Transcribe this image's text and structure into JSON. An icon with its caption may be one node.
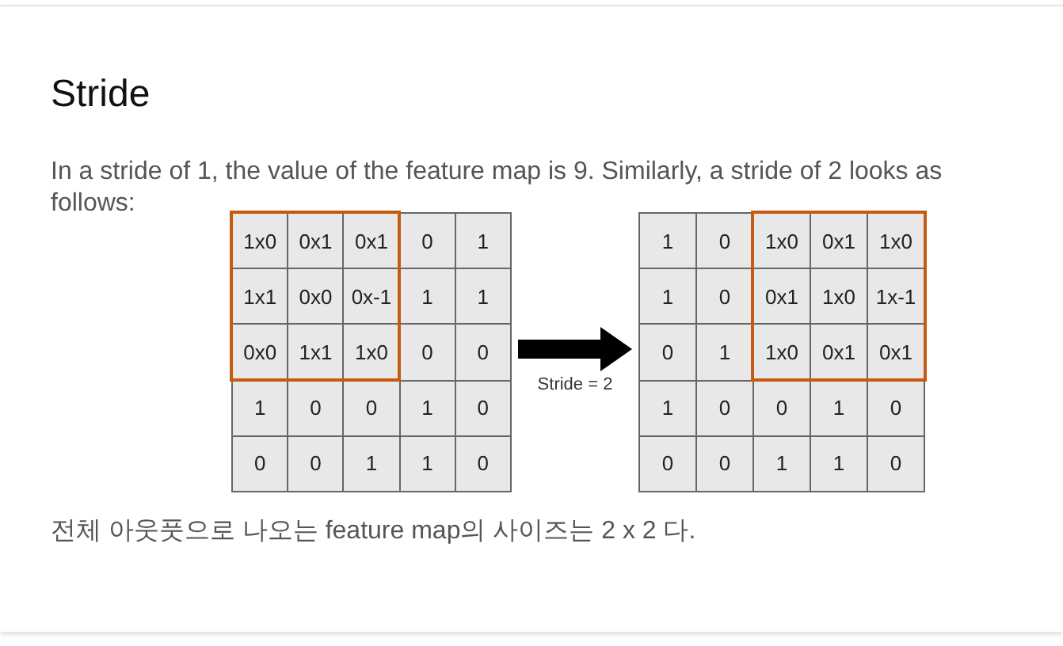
{
  "diagram": {
    "title": "Stride",
    "nodes": [
      {
        "text": [
          "1x0",
          "0x1",
          "0x1",
          "0",
          "1",
          "1x1",
          "0x0",
          "0x-1",
          "1",
          "1",
          "0x0",
          "1x1",
          "1x0",
          "0",
          "0",
          "1",
          "0",
          "0",
          "1",
          "0",
          "0",
          "0",
          "1",
          "1",
          "0"
        ]
      },
      {
        "text": [
          "1",
          "0",
          "1x0",
          "0x1",
          "1x0",
          "1",
          "0",
          "0x1",
          "1x0",
          "1x-1",
          "0",
          "1",
          "1x0",
          "0x1",
          "0x1",
          "1",
          "0",
          "0",
          "1",
          "0",
          "0",
          "0",
          "1",
          "1",
          "0"
        ]
      }
    ],
    "edges": [
      {
        "from": 0,
        "to": 1,
        "arrow": "to",
        "label": "Stride = 2"
      }
    ],
    "labels": [
      "In a stride of 1, the value of the feature map is 9. Similarly, a stride of 2 looks as follows:"
    ],
    "caption": "전체 아웃풋으로 나오는 feature map의 사이즈는 2 x 2 다."
  }
}
